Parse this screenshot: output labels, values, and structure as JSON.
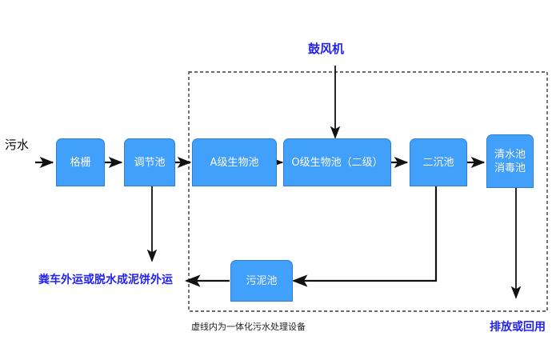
{
  "diagram": {
    "title_note": "虚线内为一体化污水处理设备",
    "colors": {
      "node_fill": "#41a0fa",
      "node_border": "#2f7fd0",
      "node_text": "#ffffff",
      "label_blue": "#2323f0",
      "wire": "#111111",
      "dashed_border": "#3a3a3a",
      "background": "#ffffff"
    }
  },
  "labels": {
    "inlet": "污水",
    "blower": "鼓风机",
    "sludge_disposal": "粪车外运或脱水成泥饼外运",
    "discharge": "排放或回用",
    "dashed_caption": "虚线内为一体化污水处理设备"
  },
  "nodes": [
    {
      "id": "grating",
      "label": "格栅"
    },
    {
      "id": "equalize",
      "label": "调节池"
    },
    {
      "id": "a-stage",
      "label": "A级生物池"
    },
    {
      "id": "o-stage",
      "label": "O级生物池（二级）"
    },
    {
      "id": "clarifier",
      "label": "二沉池"
    },
    {
      "id": "clearwell",
      "label": "清水池\n消毒池"
    },
    {
      "id": "sludge",
      "label": "污泥池"
    }
  ]
}
